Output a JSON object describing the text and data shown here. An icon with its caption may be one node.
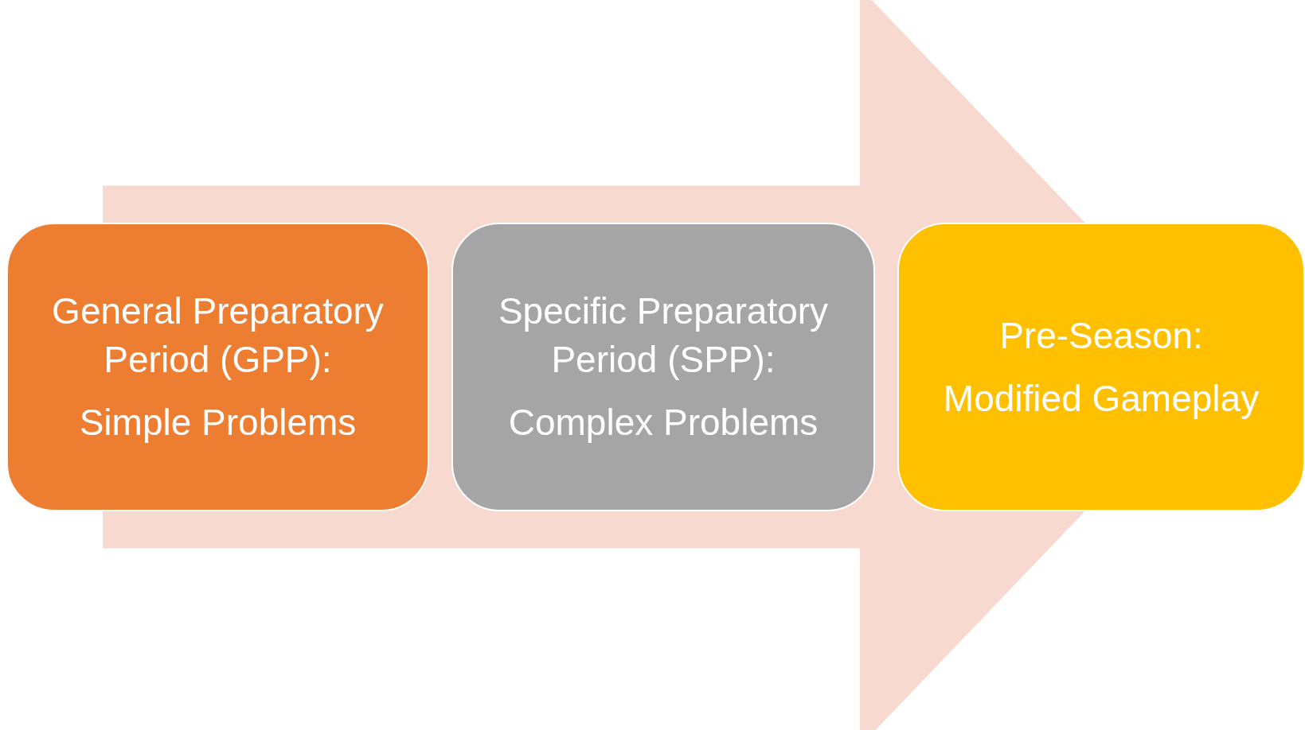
{
  "diagram": {
    "nodes": [
      {
        "text": [
          "General Preparatory Period (GPP):",
          "Simple Problems"
        ]
      },
      {
        "text": [
          "Specific Preparatory Period (SPP):",
          "Complex Problems"
        ]
      },
      {
        "text": [
          "Pre-Season:",
          "Modified Gameplay"
        ]
      }
    ],
    "edges": [
      {
        "from": 0,
        "to": 2,
        "arrow": "to"
      }
    ]
  }
}
